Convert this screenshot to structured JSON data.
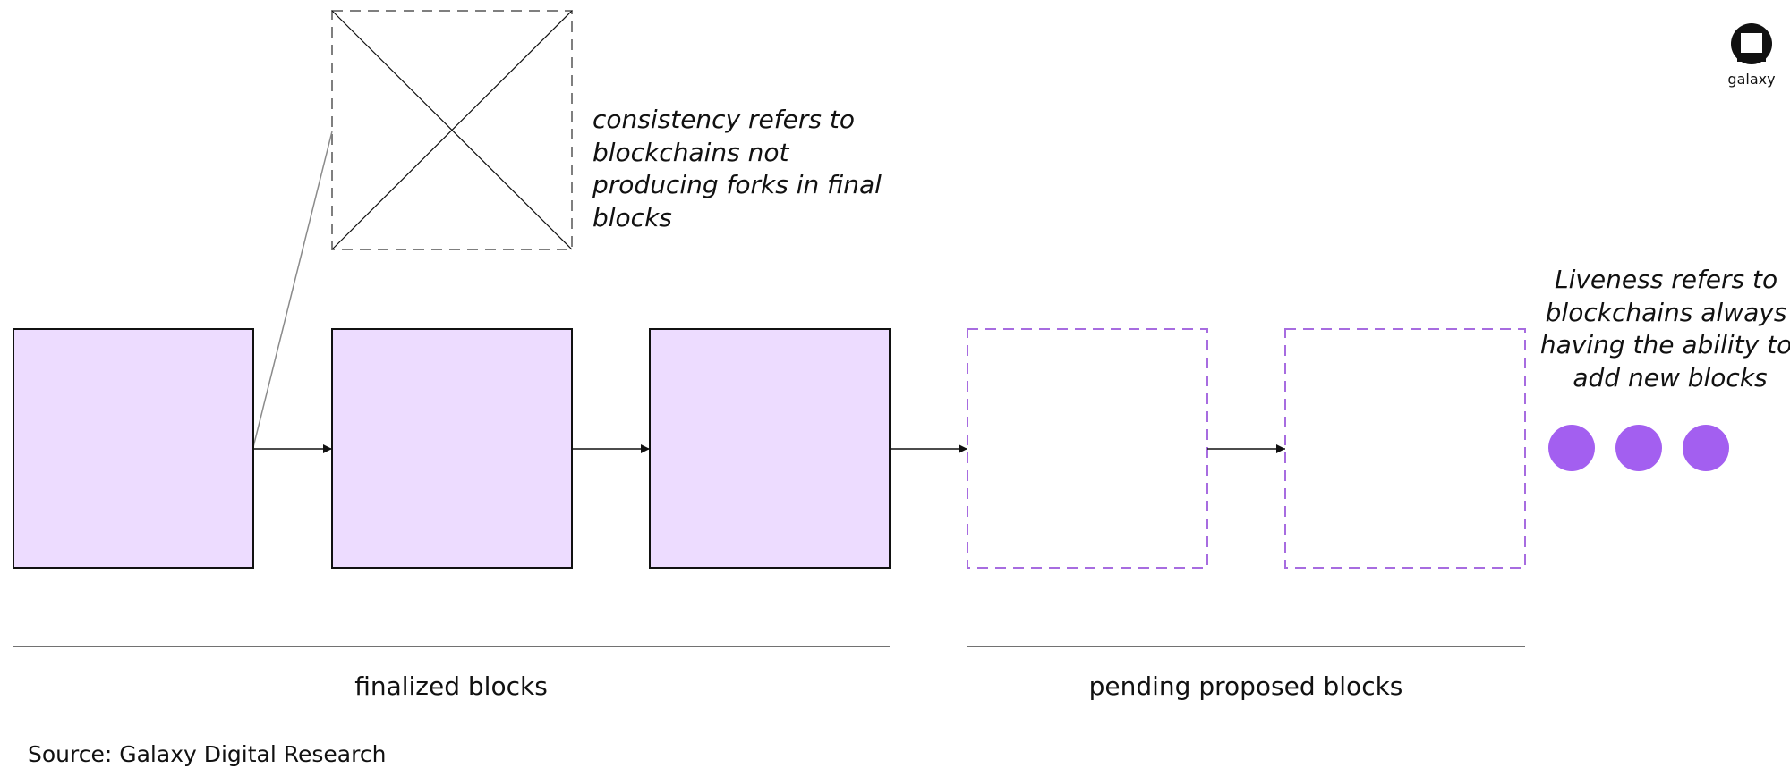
{
  "diagram": {
    "consistency_note": [
      "consistency refers to",
      "blockchains not",
      "producing forks in final",
      "blocks"
    ],
    "liveness_note": [
      "Liveness refers to",
      "blockchains always",
      "having the ability to",
      "add new blocks"
    ],
    "finalized_label": "finalized blocks",
    "pending_label": "pending proposed blocks",
    "source": "Source: Galaxy Digital Research",
    "logo_text": "galaxy",
    "colors": {
      "finalized_fill": "#eddcff",
      "pending_stroke": "#a76ce0",
      "dot_fill": "#a35ff0",
      "fork_stroke": "#808080"
    },
    "blocks": [
      {
        "status": "finalized"
      },
      {
        "status": "finalized"
      },
      {
        "status": "finalized"
      },
      {
        "status": "pending"
      },
      {
        "status": "pending"
      }
    ],
    "continuation_dots": 3
  }
}
